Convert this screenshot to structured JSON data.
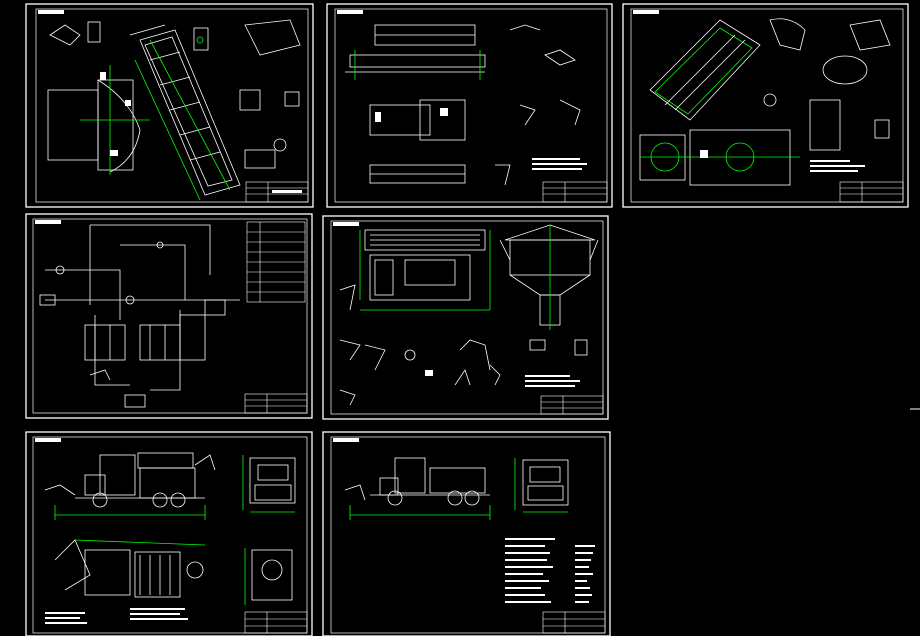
{
  "app": {
    "background": "#000000",
    "line_color": "#ffffff",
    "accent_green": "#00ff00",
    "accent_cyan": "#00ffff"
  },
  "sheets": [
    {
      "id": "sheet-1",
      "kind": "tipper-body-assembly",
      "label": ""
    },
    {
      "id": "sheet-2",
      "kind": "frame-details",
      "label": ""
    },
    {
      "id": "sheet-3",
      "kind": "hopper-mechanism",
      "label": ""
    },
    {
      "id": "sheet-4",
      "kind": "hydraulic-schematic",
      "label": ""
    },
    {
      "id": "sheet-5",
      "kind": "spreader-assembly",
      "label": ""
    },
    {
      "id": "sheet-6",
      "kind": "vehicle-general-view",
      "label": ""
    },
    {
      "id": "sheet-7",
      "kind": "vehicle-side-view",
      "label": ""
    }
  ]
}
